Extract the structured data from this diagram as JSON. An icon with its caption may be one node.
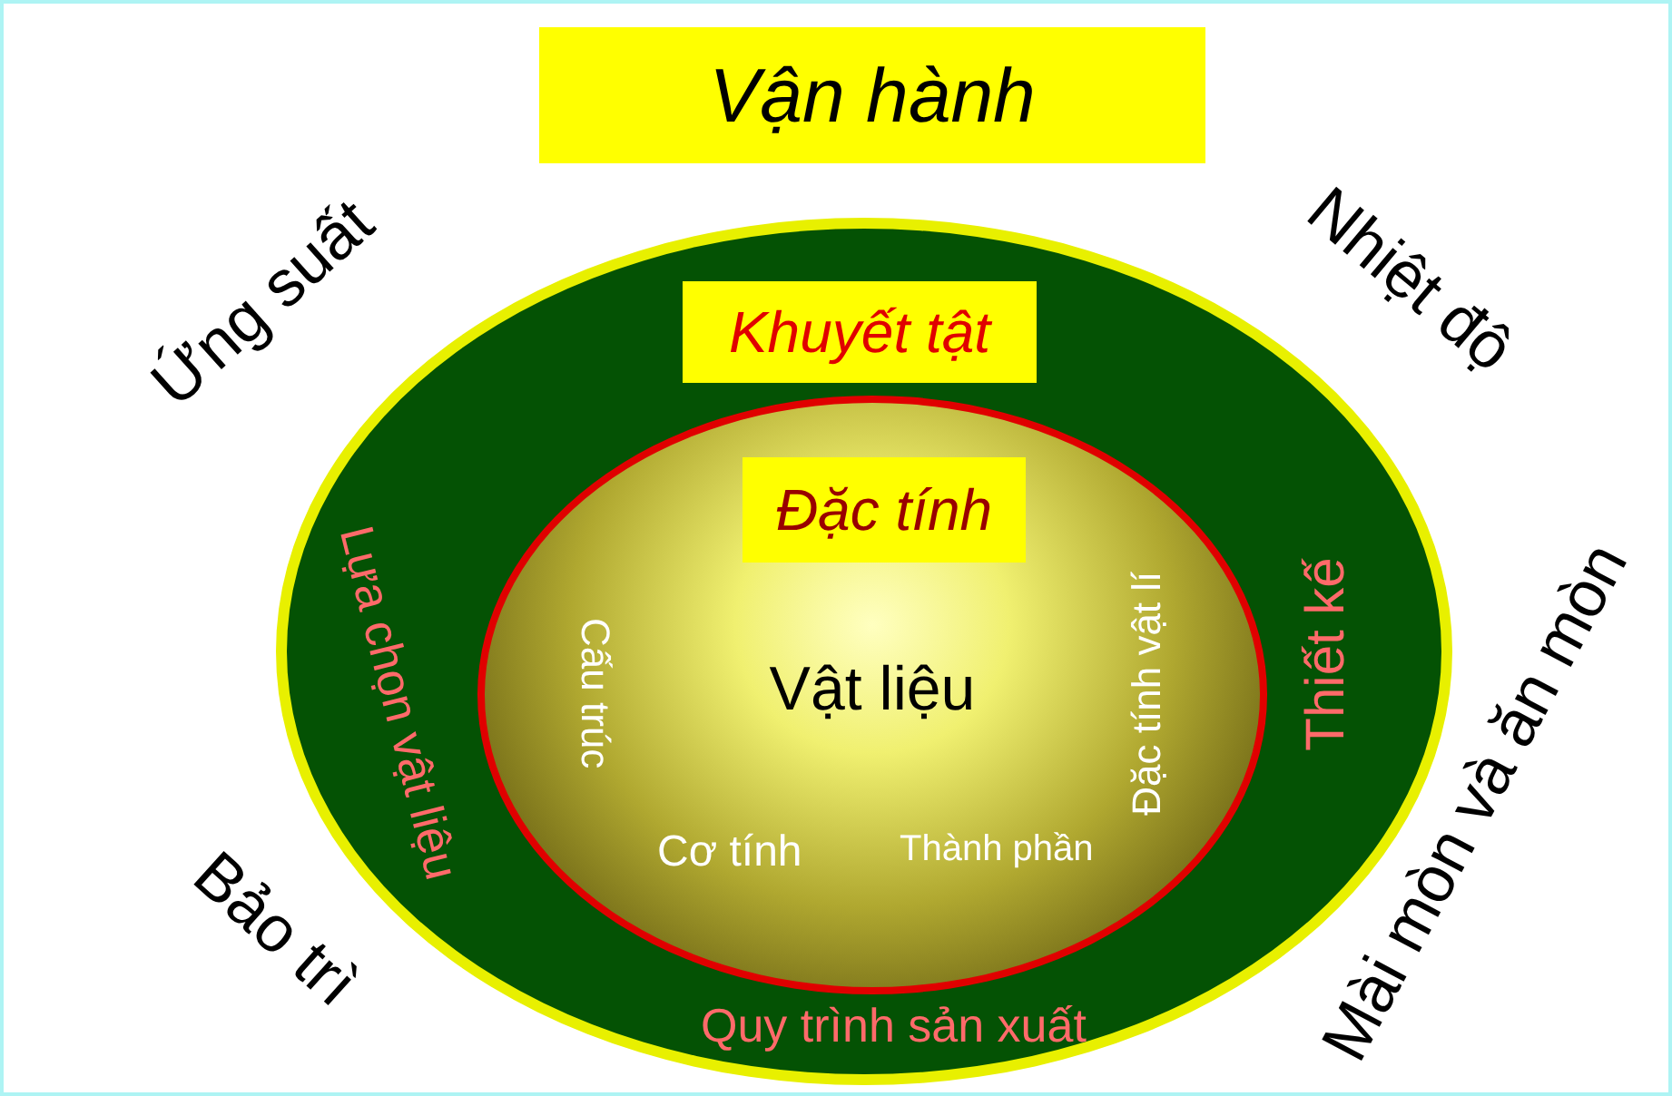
{
  "diagram": {
    "nodes": [
      {
        "text": [
          "Vận hành"
        ]
      },
      {
        "text": [],
        "shape": "ellipse"
      },
      {
        "text": [
          "Khuyết tật"
        ],
        "in": 1
      },
      {
        "text": [
          "Vật liệu"
        ],
        "in": 1
      },
      {
        "text": [
          "Đặc tính"
        ],
        "in": 3
      }
    ],
    "edges": [],
    "labels": [
      "Ứng suất",
      "Nhiệt độ",
      "Lựa chọn vật liệu",
      "Cấu trúc",
      "Đặc tính vật lí",
      "Thiết kế",
      "Mài mòn và ăn mòn",
      "Cơ tính",
      "Thành phần",
      "Bảo trì",
      "Quy trình sản xuất"
    ]
  }
}
